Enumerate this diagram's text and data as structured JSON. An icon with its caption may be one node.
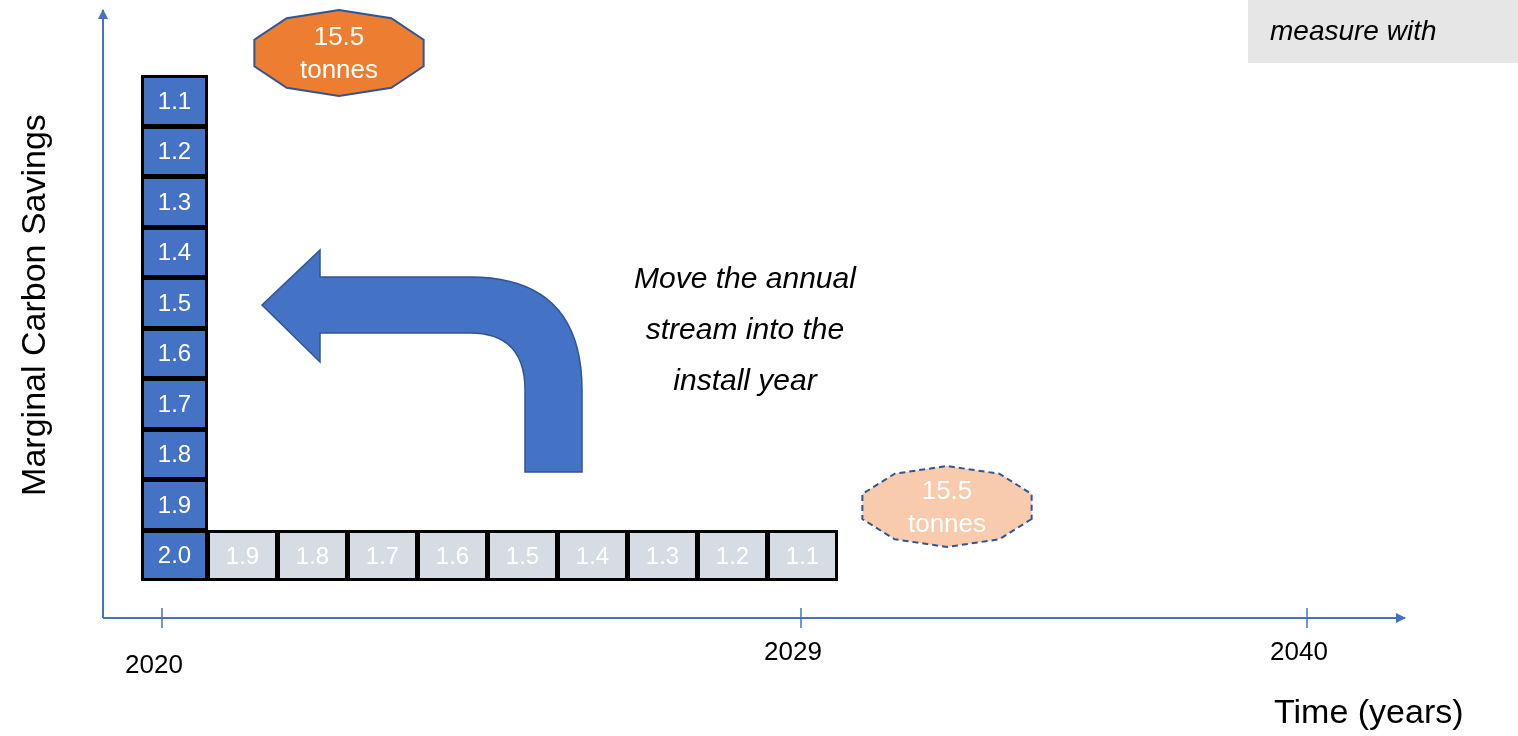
{
  "diagram": {
    "nodes": [
      {
        "text": [
          "measure with"
        ]
      },
      {
        "text": [
          "15.5 tonnes"
        ]
      },
      {
        "text": [
          "1.1"
        ]
      },
      {
        "text": [
          "1.2"
        ]
      },
      {
        "text": [
          "1.3"
        ]
      },
      {
        "text": [
          "1.4"
        ]
      },
      {
        "text": [
          "1.5"
        ]
      },
      {
        "text": [
          "1.6"
        ]
      },
      {
        "text": [
          "1.7"
        ]
      },
      {
        "text": [
          "1.8"
        ]
      },
      {
        "text": [
          "1.9"
        ]
      },
      {
        "text": [
          "2.0"
        ]
      },
      {
        "text": [
          "1.9"
        ]
      },
      {
        "text": [
          "1.8"
        ]
      },
      {
        "text": [
          "1.7"
        ]
      },
      {
        "text": [
          "1.6"
        ]
      },
      {
        "text": [
          "1.5"
        ]
      },
      {
        "text": [
          "1.4"
        ]
      },
      {
        "text": [
          "1.3"
        ]
      },
      {
        "text": [
          "1.2"
        ]
      },
      {
        "text": [
          "1.1"
        ]
      },
      {
        "text": [
          "15.5 tonnes"
        ]
      }
    ],
    "edges": [],
    "labels": [
      "Marginal Carbon Savings",
      "Move the annual stream into the install year",
      "2020",
      "2029",
      "2040",
      "Time (years)"
    ]
  }
}
